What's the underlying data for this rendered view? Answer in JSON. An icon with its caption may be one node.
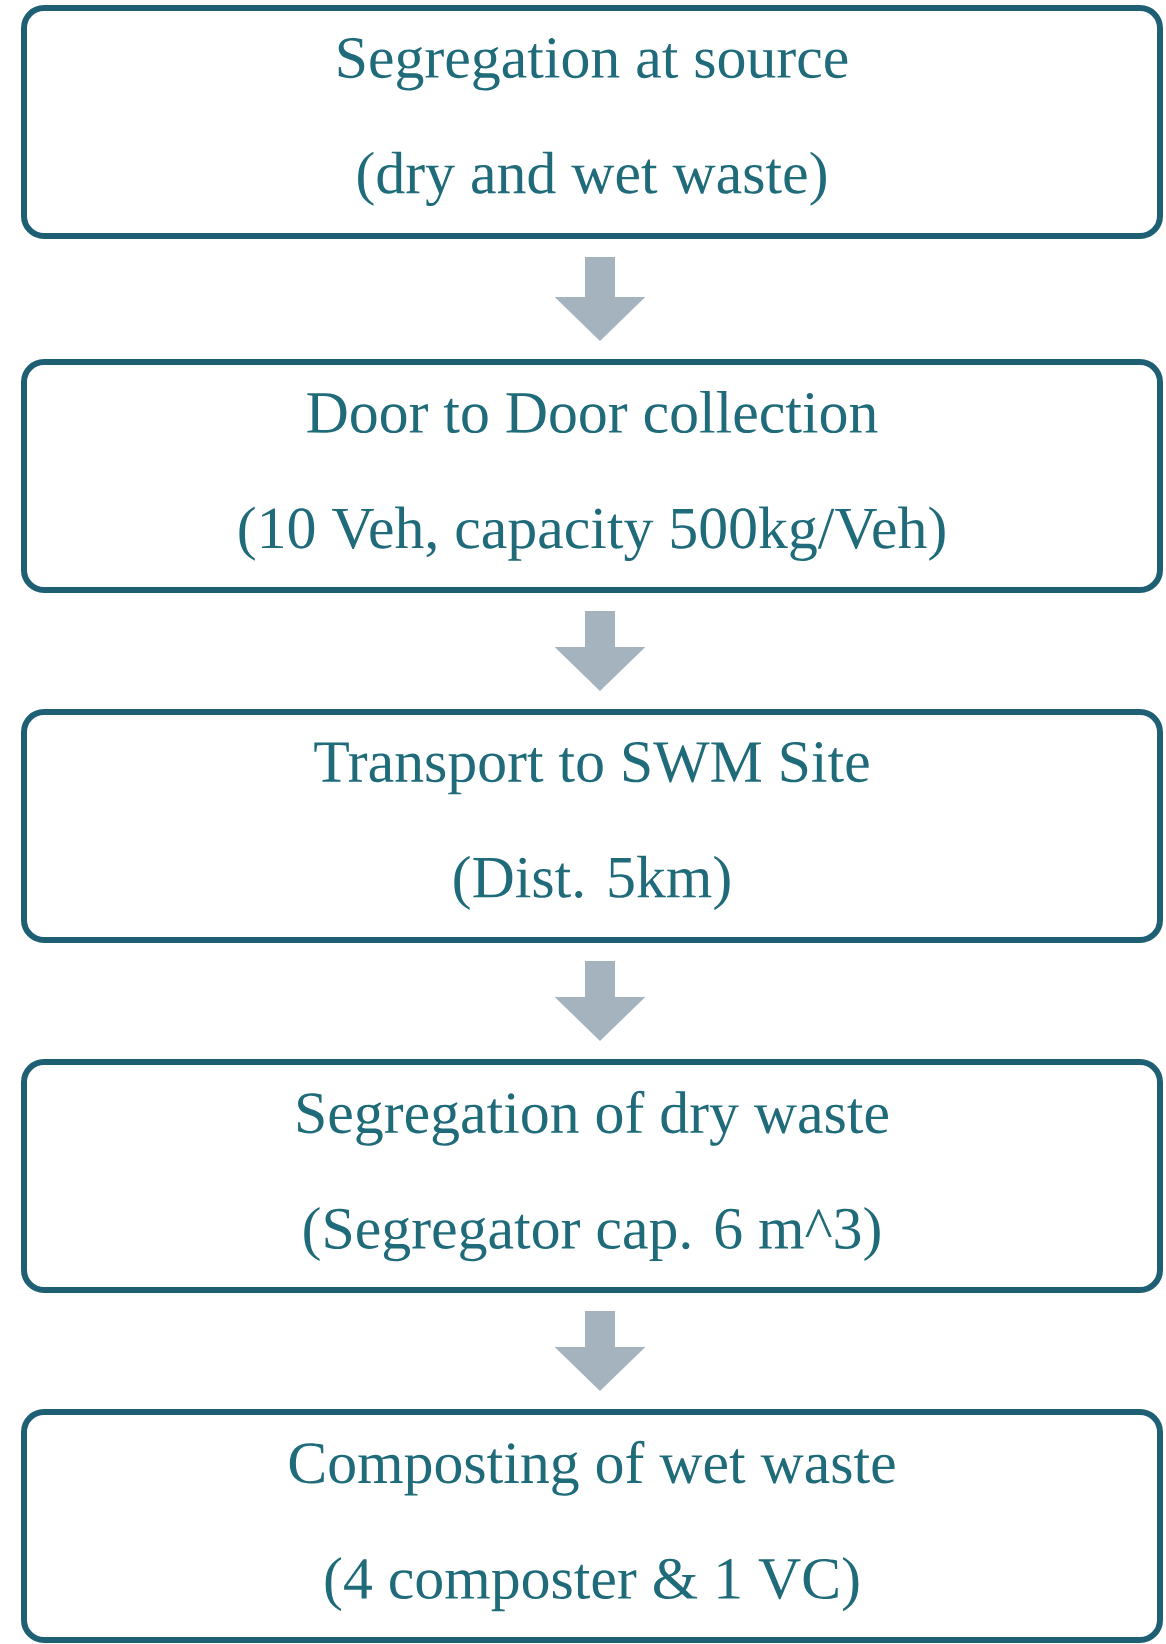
{
  "diagram": {
    "nodes": [
      {
        "text": [
          "Segregation at source",
          "(dry and wet waste)"
        ]
      },
      {
        "text": [
          "Door to Door collection",
          "(10 Veh, capacity 500kg/Veh)"
        ]
      },
      {
        "text": [
          "Transport to SWM Site",
          "(Dist. 5km)"
        ]
      },
      {
        "text": [
          "Segregation of dry waste",
          "(Segregator cap. 6 m^3)"
        ]
      },
      {
        "text": [
          "Composting of wet waste",
          "(4 composter & 1 VC)"
        ]
      }
    ],
    "edges": [
      {
        "from": 0,
        "to": 1,
        "arrow": "to"
      },
      {
        "from": 1,
        "to": 2,
        "arrow": "to"
      },
      {
        "from": 2,
        "to": 3,
        "arrow": "to"
      },
      {
        "from": 3,
        "to": 4,
        "arrow": "to"
      }
    ]
  }
}
